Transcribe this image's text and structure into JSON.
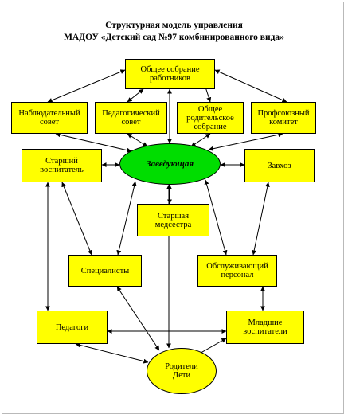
{
  "title": {
    "line1": "Структурная модель управления",
    "line2": "МАДОУ «Детский сад №97 комбинированного вида»"
  },
  "nodes": {
    "general_meeting": "Общее собрание работников",
    "supervisory_board": "Наблюдательный совет",
    "pedagogical_council": "Педагогический совет",
    "parents_meeting": "Общее родительское собрание",
    "trade_union": "Профсоюзный комитет",
    "senior_teacher": "Старший воспитатель",
    "head": "Заведующая",
    "supply_manager": "Завхоз",
    "senior_nurse": "Старшая медсестра",
    "specialists": "Специалисты",
    "service_staff": "Обслуживающий персонал",
    "teachers": "Педагоги",
    "junior_teachers": "Младшие воспитатели",
    "parents_children": "Родители Дети"
  },
  "colors": {
    "box_fill": "#ffff00",
    "head_fill": "#00dd00",
    "line": "#000000"
  }
}
